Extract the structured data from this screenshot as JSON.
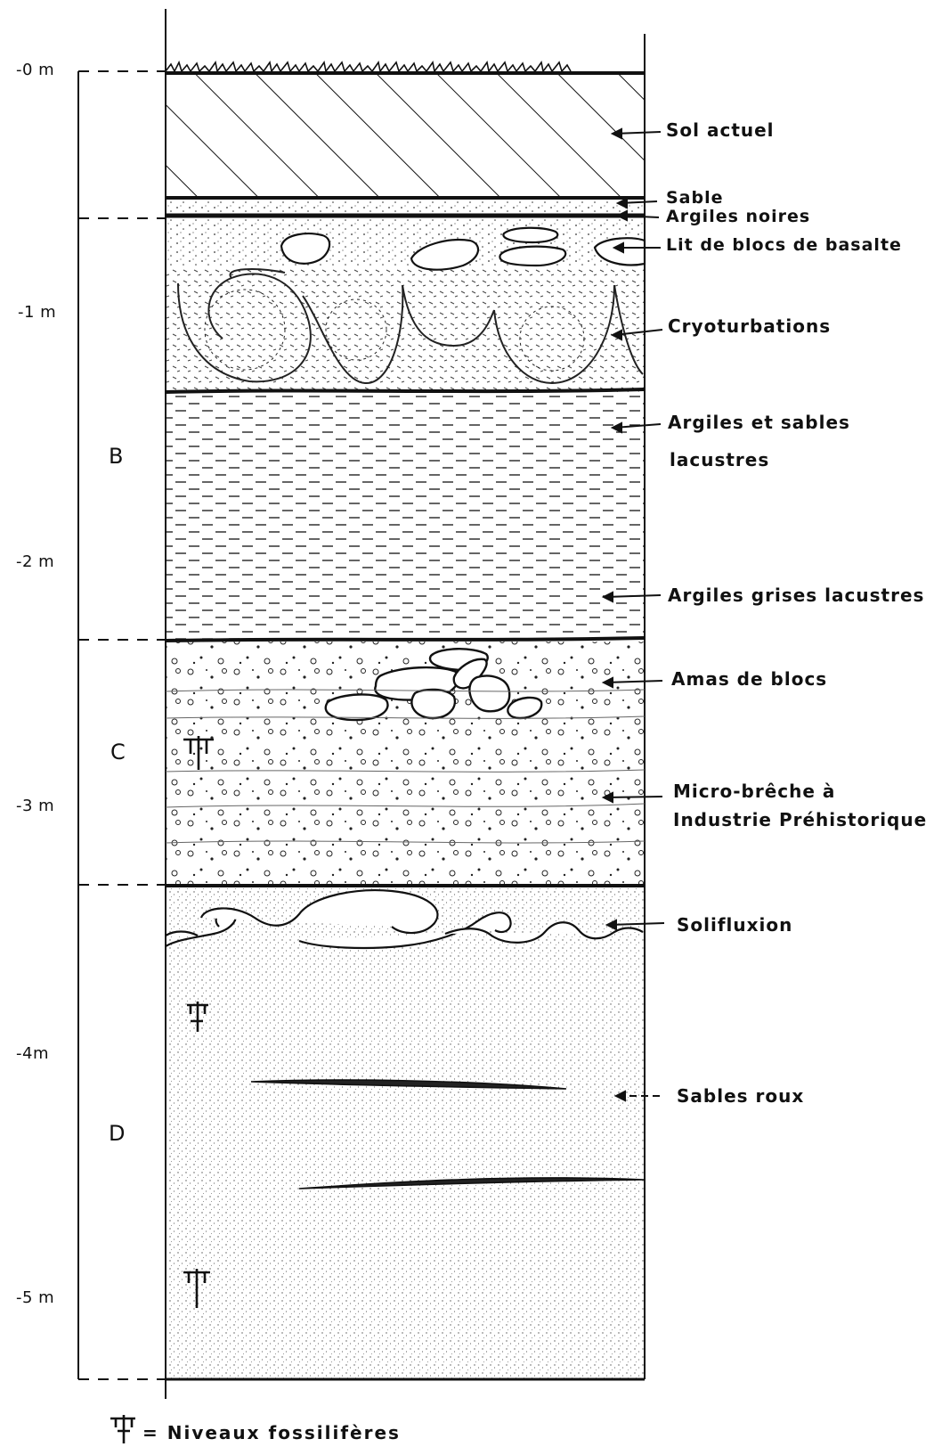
{
  "depth_ticks": [
    "-0 m",
    "-1 m",
    "-2 m",
    "-3 m",
    "-4m",
    "-5 m"
  ],
  "units": [
    "B",
    "C",
    "D"
  ],
  "layers": [
    {
      "id": "sol-actuel",
      "label": "Sol actuel"
    },
    {
      "id": "sable",
      "label": "Sable"
    },
    {
      "id": "argiles-noires",
      "label": "Argiles  noires"
    },
    {
      "id": "lit-de-blocs",
      "label": "Lit de blocs de basalte"
    },
    {
      "id": "cryoturbations",
      "label": "Cryoturbations"
    },
    {
      "id": "argiles-sables-1",
      "label": "Argiles et sables"
    },
    {
      "id": "argiles-sables-2",
      "label": "lacustres"
    },
    {
      "id": "argiles-grises",
      "label": "Argiles grises lacustres"
    },
    {
      "id": "amas-de-blocs",
      "label": "Amas de blocs"
    },
    {
      "id": "micro-breche-1",
      "label": "Micro-brêche  à"
    },
    {
      "id": "micro-breche-2",
      "label": "Industrie  Préhistorique"
    },
    {
      "id": "solifluxion",
      "label": "Solifluxion"
    },
    {
      "id": "sables-roux",
      "label": "Sables roux"
    }
  ],
  "legend": {
    "text": "= Niveaux  fossilifères",
    "icon": "fossil-level-symbol"
  }
}
